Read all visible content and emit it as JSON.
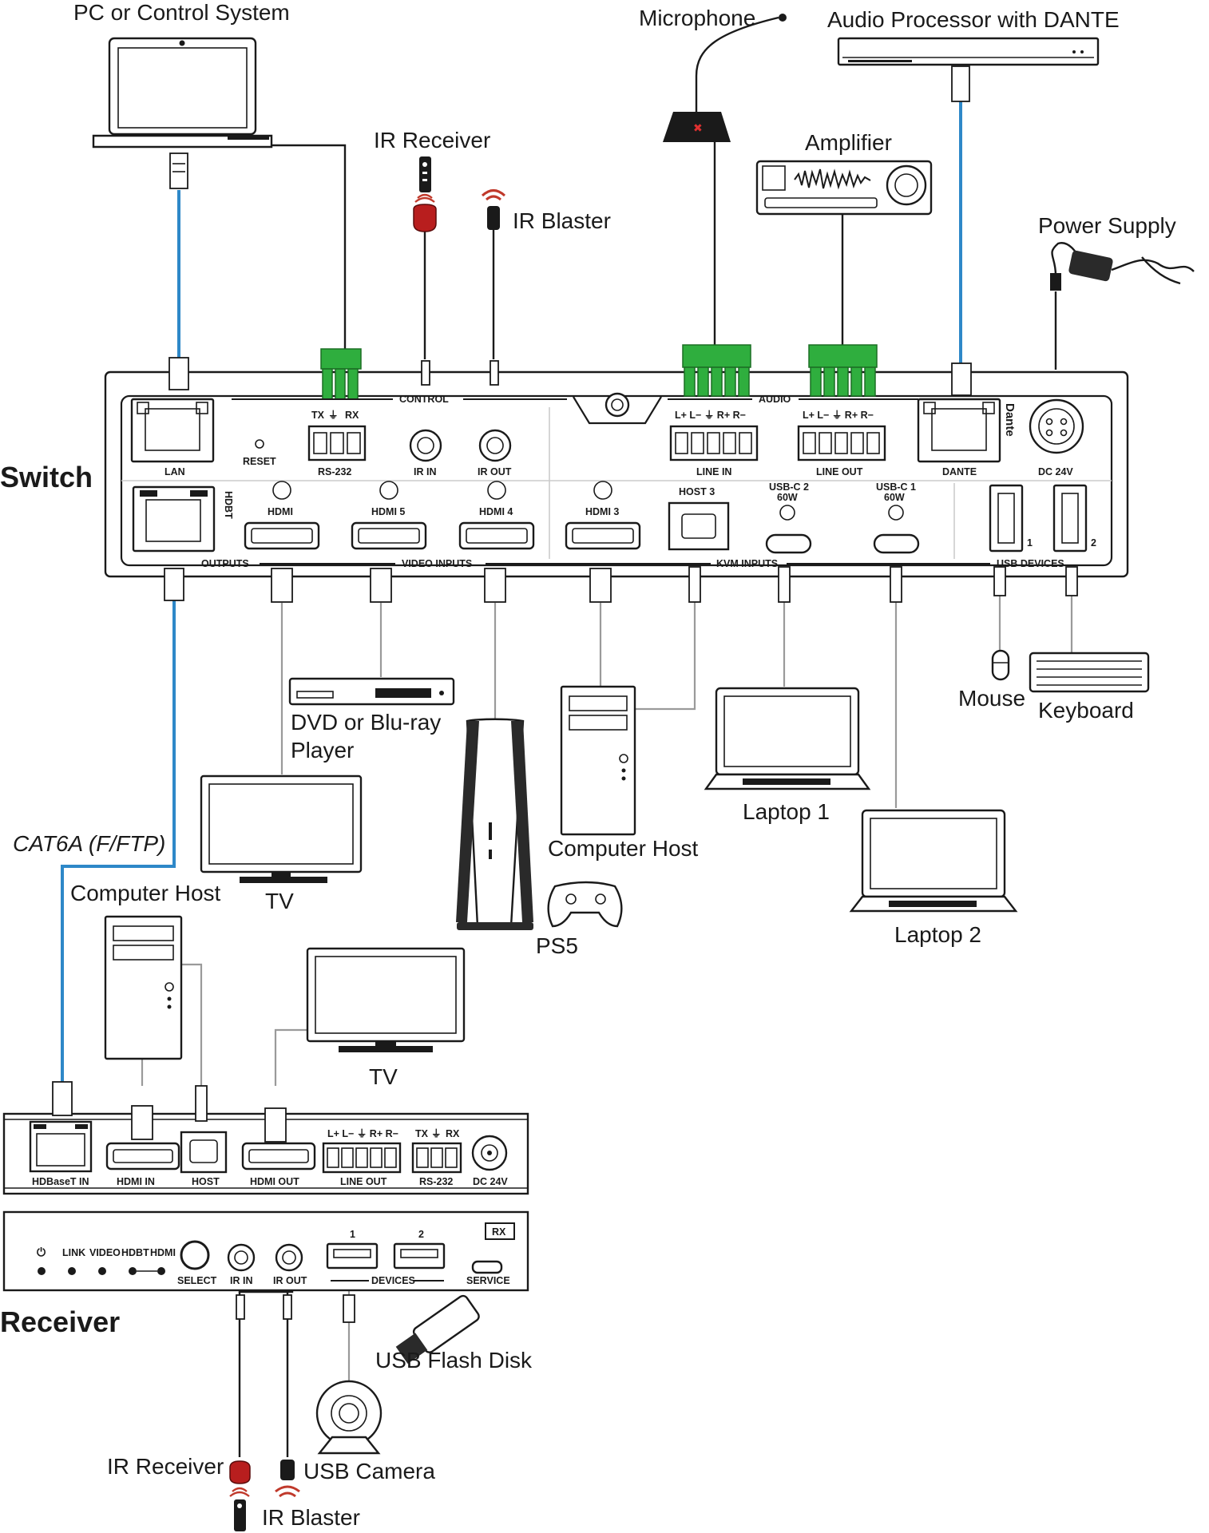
{
  "labels": {
    "pc": "PC or Control System",
    "microphone": "Microphone",
    "audio_processor": "Audio Processor with DANTE",
    "ir_receiver_top": "IR Receiver",
    "ir_blaster_top": "IR Blaster",
    "amplifier": "Amplifier",
    "power_supply": "Power Supply",
    "switch": "Switch",
    "dvd": "DVD or Blu-ray",
    "dvd2": "Player",
    "tv1": "TV",
    "ps5": "PS5",
    "computer_host1": "Computer Host",
    "laptop1": "Laptop 1",
    "laptop2": "Laptop 2",
    "mouse": "Mouse",
    "keyboard": "Keyboard",
    "cat6a": "CAT6A (F/FTP)",
    "computer_host2": "Computer Host",
    "tv2": "TV",
    "receiver": "Receiver",
    "usb_flash": "USB Flash Disk",
    "ir_receiver_bottom": "IR Receiver",
    "usb_camera": "USB Camera",
    "ir_blaster_bottom": "IR Blaster"
  },
  "switch_ports": {
    "lan": "LAN",
    "reset": "RESET",
    "tx": "TX",
    "rx": "RX",
    "rs232": "RS-232",
    "ir_in": "IR IN",
    "ir_out": "IR OUT",
    "control": "CONTROL",
    "audio": "AUDIO",
    "line_in_pins": "L+ L− ⏚ R+ R−",
    "line_in": "LINE IN",
    "line_out_pins": "L+ L− ⏚ R+ R−",
    "line_out": "LINE OUT",
    "dante_brand": "Dante",
    "dante": "DANTE",
    "dc24v": "DC 24V",
    "hdbt": "HDBT",
    "hdmi_out": "HDMI",
    "hdmi5": "HDMI 5",
    "hdmi4": "HDMI 4",
    "hdmi3": "HDMI 3",
    "host3": "HOST 3",
    "usbc2": "USB-C 2",
    "usbc2_w": "60W",
    "usbc1": "USB-C 1",
    "usbc1_w": "60W",
    "usb1": "1",
    "usb2": "2",
    "outputs": "OUTPUTS",
    "video_inputs": "VIDEO INPUTS",
    "kvm_inputs": "KVM INPUTS",
    "usb_devices": "USB DEVICES"
  },
  "receiver_ports": {
    "hdbaset_in": "HDBaseT IN",
    "hdmi_in": "HDMI IN",
    "host": "HOST",
    "hdmi_out": "HDMI OUT",
    "line_out_pins": "L+ L− ⏚ R+ R−",
    "line_out": "LINE OUT",
    "tx": "TX",
    "rx": "RX",
    "rs232": "RS-232",
    "dc24v": "DC 24V",
    "led_link": "LINK",
    "led_video": "VIDEO",
    "led_hdbt": "HDBT",
    "led_hdmi": "HDMI",
    "select": "SELECT",
    "ir_in": "IR IN",
    "ir_out": "IR OUT",
    "dev1": "1",
    "dev2": "2",
    "devices": "DEVICES",
    "rx_badge": "RX",
    "service": "SERVICE"
  },
  "colors": {
    "network_cable": "#2e88c8",
    "av_cable": "#9a9a9a",
    "signal_cable": "#1a1a1a",
    "terminal_block": "#2fae3e",
    "ir_receiver": "#b81e1e",
    "ir_wave": "#c0392b"
  }
}
